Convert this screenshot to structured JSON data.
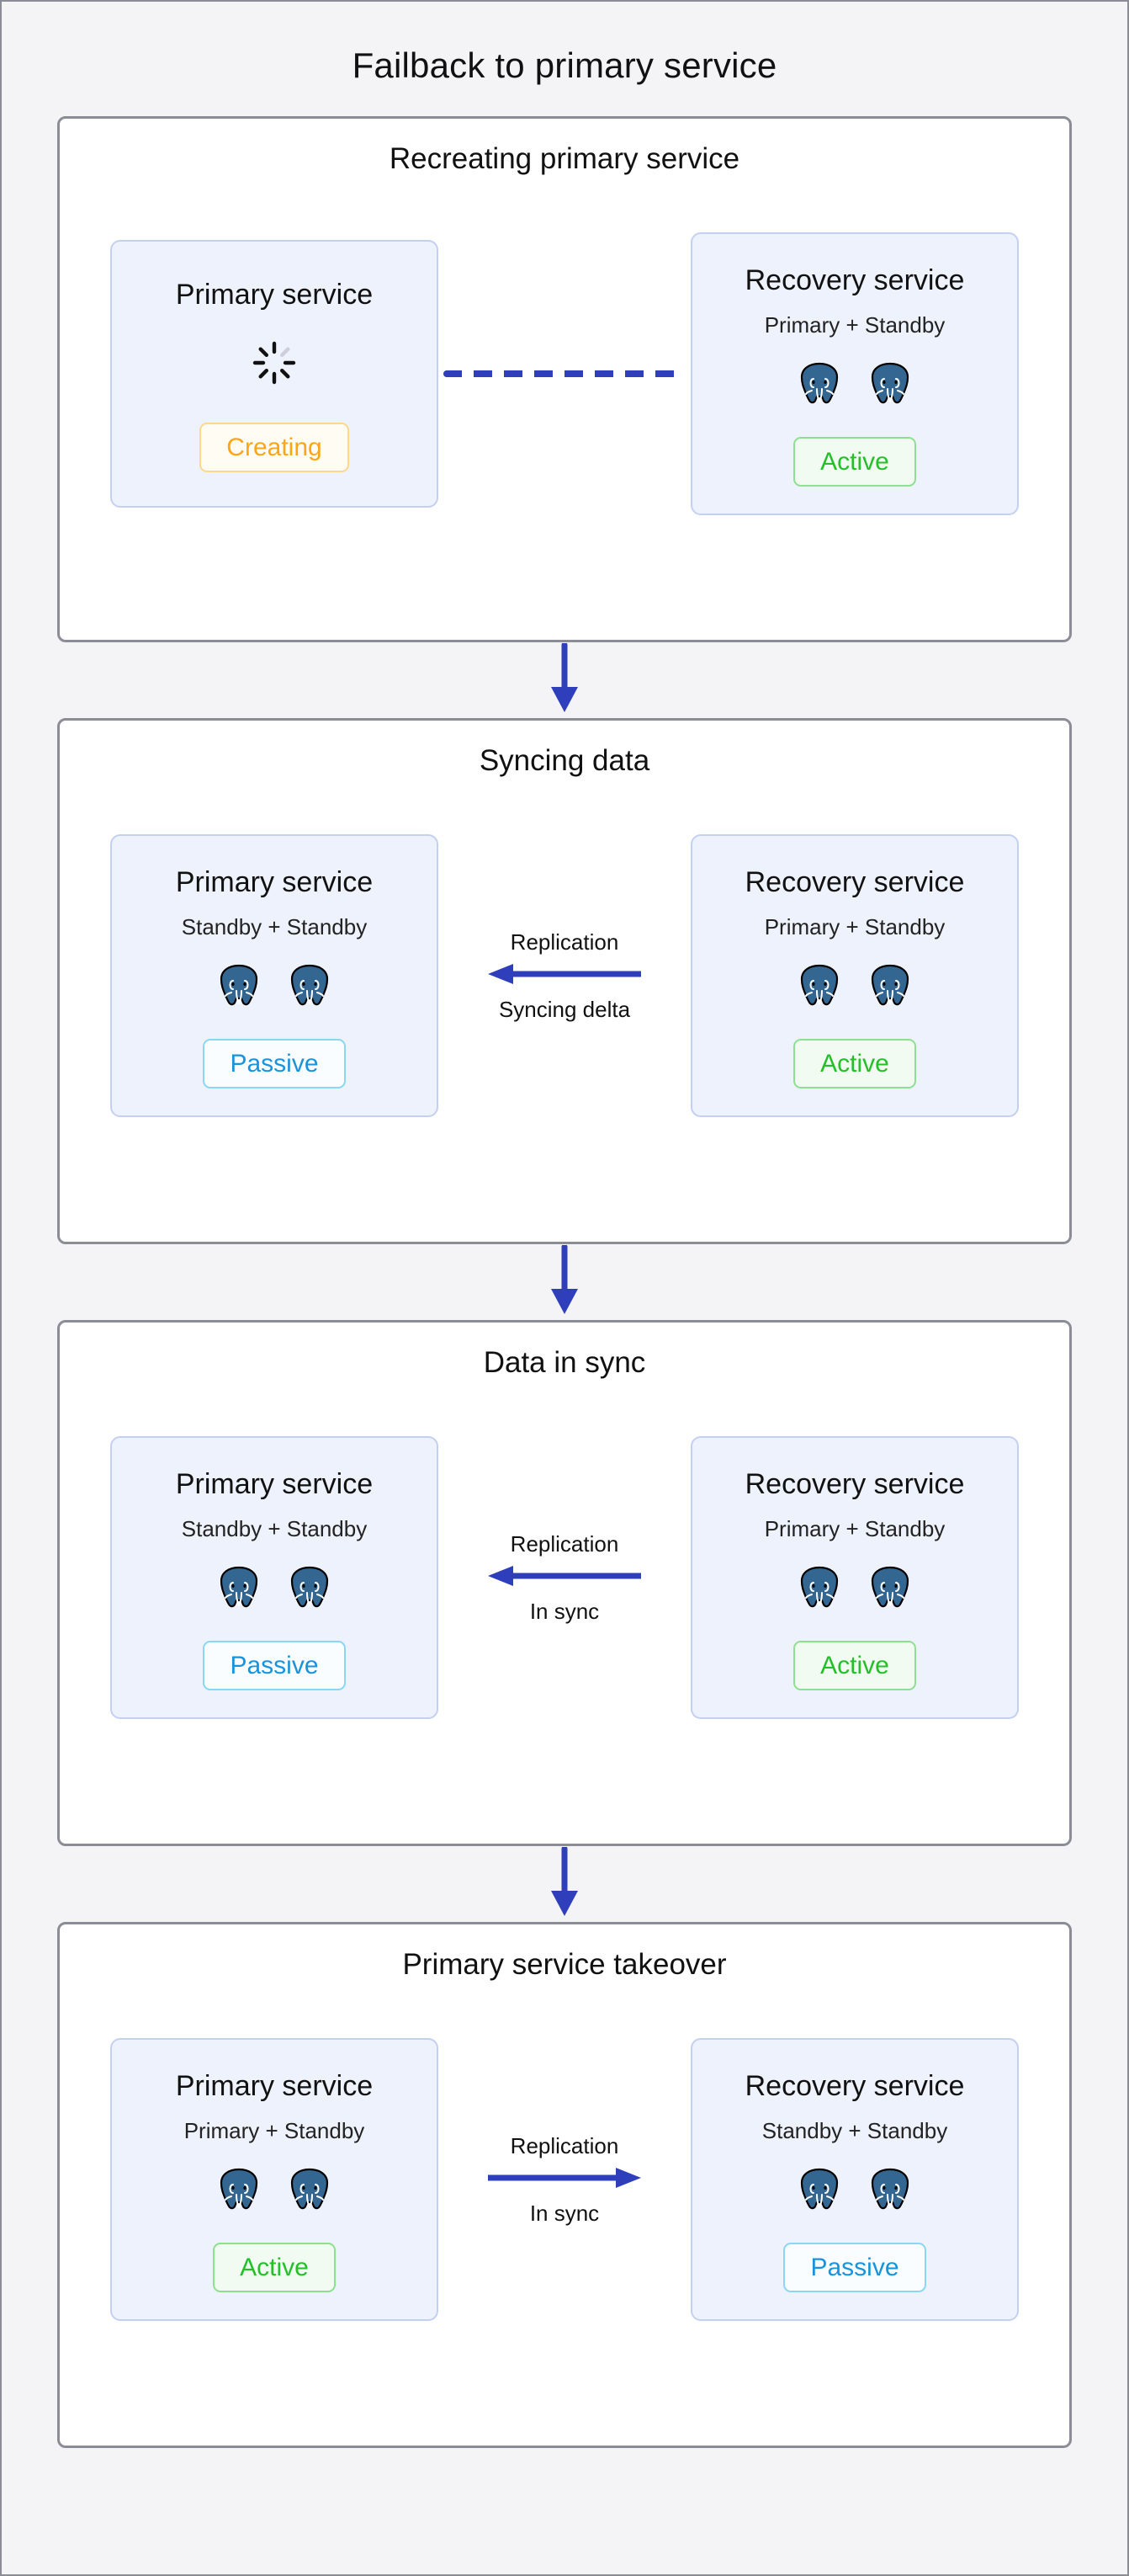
{
  "title": "Failback to primary service",
  "colors": {
    "page_background": "#f4f4f7",
    "panel_border": "#8c8c97",
    "service_background": "#eef2fd",
    "service_border": "#c3d0f2",
    "arrow_blue": "#2f3ebb",
    "active_green": "#24c028",
    "passive_blue": "#1794dd",
    "creating_orange": "#ffa516",
    "postgres_blue": "#336791"
  },
  "icons": {
    "postgres": "postgres-elephant-icon",
    "spinner": "loading-spinner-icon",
    "arrow_down": "arrow-down-icon",
    "arrow_left": "arrow-left-icon",
    "arrow_right": "arrow-right-icon",
    "dashed_link": "dashed-connector-icon"
  },
  "stages": [
    {
      "id": "recreating-primary-service",
      "title": "Recreating primary service",
      "left": {
        "name": "Primary service",
        "roles": null,
        "nodes": 0,
        "spinner": true,
        "status": "Creating",
        "status_type": "creating"
      },
      "connector": {
        "type": "dashed",
        "direction": "none",
        "label_top": null,
        "label_bottom": null
      },
      "right": {
        "name": "Recovery service",
        "roles": "Primary + Standby",
        "nodes": 2,
        "spinner": false,
        "status": "Active",
        "status_type": "active"
      }
    },
    {
      "id": "syncing-data",
      "title": "Syncing data",
      "left": {
        "name": "Primary service",
        "roles": "Standby + Standby",
        "nodes": 2,
        "spinner": false,
        "status": "Passive",
        "status_type": "passive"
      },
      "connector": {
        "type": "solid",
        "direction": "left",
        "label_top": "Replication",
        "label_bottom": "Syncing delta"
      },
      "right": {
        "name": "Recovery service",
        "roles": "Primary + Standby",
        "nodes": 2,
        "spinner": false,
        "status": "Active",
        "status_type": "active"
      }
    },
    {
      "id": "data-in-sync",
      "title": "Data in sync",
      "left": {
        "name": "Primary service",
        "roles": "Standby + Standby",
        "nodes": 2,
        "spinner": false,
        "status": "Passive",
        "status_type": "passive"
      },
      "connector": {
        "type": "solid",
        "direction": "left",
        "label_top": "Replication",
        "label_bottom": "In sync"
      },
      "right": {
        "name": "Recovery service",
        "roles": "Primary + Standby",
        "nodes": 2,
        "spinner": false,
        "status": "Active",
        "status_type": "active"
      }
    },
    {
      "id": "primary-service-takeover",
      "title": "Primary service takeover",
      "left": {
        "name": "Primary service",
        "roles": "Primary + Standby",
        "nodes": 2,
        "spinner": false,
        "status": "Active",
        "status_type": "active"
      },
      "connector": {
        "type": "solid",
        "direction": "right",
        "label_top": "Replication",
        "label_bottom": "In sync"
      },
      "right": {
        "name": "Recovery service",
        "roles": "Standby + Standby",
        "nodes": 2,
        "spinner": false,
        "status": "Passive",
        "status_type": "passive"
      }
    }
  ]
}
